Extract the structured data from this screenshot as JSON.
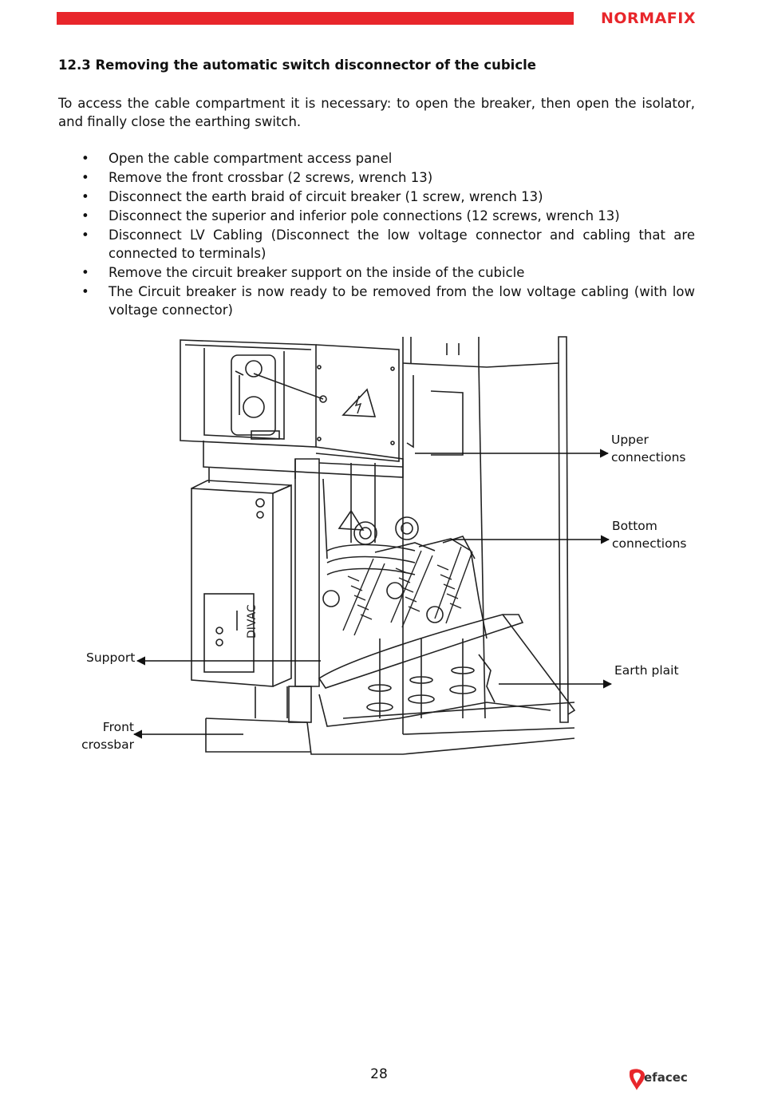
{
  "header": {
    "brand": "NORMAFIX",
    "accent_color": "#e8262b"
  },
  "section": {
    "title": "12.3 Removing the automatic switch disconnector of the cubicle",
    "intro": "To access the cable compartment it is necessary: to open the breaker, then open the isolator, and finally close the earthing switch."
  },
  "steps": [
    "Open the cable compartment access panel",
    "Remove the front crossbar (2 screws, wrench 13)",
    "Disconnect the earth braid of circuit breaker (1 screw, wrench 13)",
    "Disconnect the superior and inferior pole connections (12 screws, wrench 13)",
    "Disconnect LV Cabling (Disconnect the low voltage connector and cabling that are connected to terminals)",
    "Remove the circuit breaker support on the inside of the cubicle",
    "The Circuit breaker is now ready to be removed from the low voltage cabling (with low voltage connector)"
  ],
  "figure": {
    "callouts": {
      "upper": [
        "Upper",
        "connections"
      ],
      "bottom": [
        "Bottom",
        "connections"
      ],
      "earth": "Earth plait",
      "support": "Support",
      "crossbar": [
        "Front",
        "crossbar"
      ]
    },
    "breaker_label": "DIVAC",
    "icon": "high-voltage-warning-icon"
  },
  "footer": {
    "page_number": "28",
    "logo_text": "efacec",
    "logo_icon": "efacec-logo-icon"
  }
}
